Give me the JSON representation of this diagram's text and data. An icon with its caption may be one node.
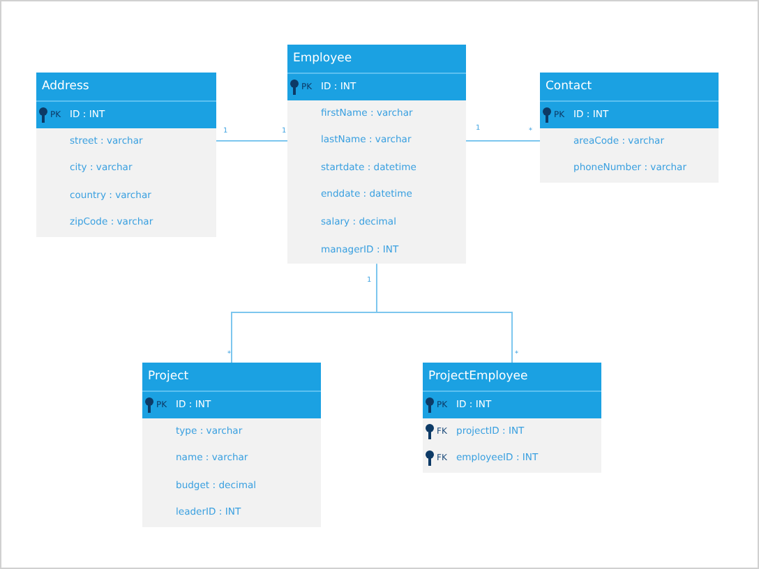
{
  "diagram": {
    "nodes": [
      {
        "text": [
          "Address"
        ]
      },
      {
        "text": [
          "PK",
          "ID : INT"
        ],
        "in": 0
      },
      {
        "text": [
          "street : varchar"
        ],
        "in": 0
      },
      {
        "text": [
          "city : varchar"
        ],
        "in": 0
      },
      {
        "text": [
          "country : varchar"
        ],
        "in": 0
      },
      {
        "text": [
          "zipCode : varchar"
        ],
        "in": 0
      },
      {
        "text": [
          "Employee"
        ]
      },
      {
        "text": [
          "PK",
          "ID : INT"
        ],
        "in": 6
      },
      {
        "text": [
          "firstName : varchar"
        ],
        "in": 6
      },
      {
        "text": [
          "lastName : varchar"
        ],
        "in": 6
      },
      {
        "text": [
          "startdate : datetime"
        ],
        "in": 6
      },
      {
        "text": [
          "enddate : datetime"
        ],
        "in": 6
      },
      {
        "text": [
          "salary : decimal"
        ],
        "in": 6
      },
      {
        "text": [
          "managerID : INT"
        ],
        "in": 6
      },
      {
        "text": [
          "Contact"
        ]
      },
      {
        "text": [
          "PK",
          "ID : INT"
        ],
        "in": 14
      },
      {
        "text": [
          "areaCode : varchar"
        ],
        "in": 14
      },
      {
        "text": [
          "phoneNumber : varchar"
        ],
        "in": 14
      },
      {
        "text": [
          "Project"
        ]
      },
      {
        "text": [
          "PK",
          "ID : INT"
        ],
        "in": 18
      },
      {
        "text": [
          "type : varchar"
        ],
        "in": 18
      },
      {
        "text": [
          "name : varchar"
        ],
        "in": 18
      },
      {
        "text": [
          "budget : decimal"
        ],
        "in": 18
      },
      {
        "text": [
          "leaderID : INT"
        ],
        "in": 18
      },
      {
        "text": [
          "ProjectEmployee"
        ]
      },
      {
        "text": [
          "PK",
          "ID : INT"
        ],
        "in": 24
      },
      {
        "text": [
          "FK",
          "projectID : INT"
        ],
        "in": 24
      },
      {
        "text": [
          "FK",
          "employeeID : INT"
        ],
        "in": 24
      }
    ],
    "edges": [
      {
        "from": 0,
        "to": 6,
        "arrow": "none"
      },
      {
        "from": 6,
        "to": 14,
        "arrow": "none"
      },
      {
        "from": 6,
        "to": 18,
        "arrow": "none"
      },
      {
        "from": 6,
        "to": 24,
        "arrow": "none"
      }
    ],
    "labels": [
      "1",
      "1",
      "1",
      "*",
      "1",
      "*",
      "*"
    ]
  }
}
